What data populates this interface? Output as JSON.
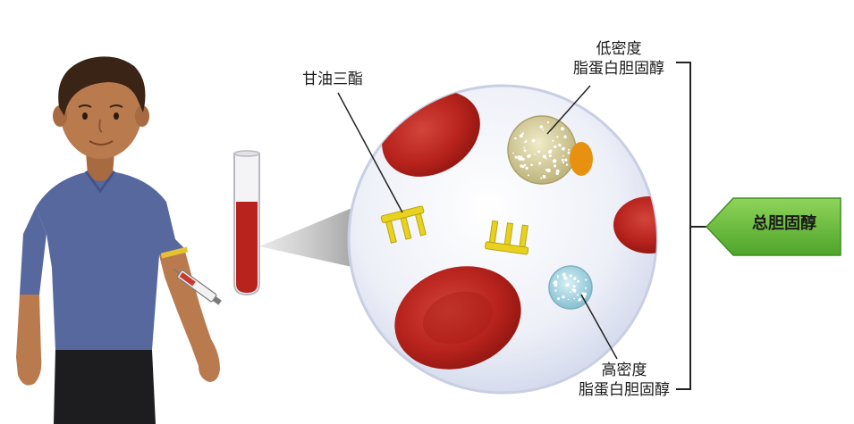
{
  "labels": {
    "triglyceride": "甘油三酯",
    "ldl_line1": "低密度",
    "ldl_line2": "脂蛋白胆固醇",
    "hdl_line1": "高密度",
    "hdl_line2": "脂蛋白胆固醇",
    "total_cholesterol": "总胆固醇"
  },
  "colors": {
    "shirt": "#56689e",
    "skin": "#b97a4e",
    "blood": "#b8231d",
    "magnifier_bg": "#e9ecf6",
    "ldl_particle": "#d8d2a2",
    "ldl_cap": "#e8900f",
    "hdl_particle": "#a9d6e4",
    "triglyceride": "#e8d21e",
    "callout_green": "#5bb834"
  }
}
